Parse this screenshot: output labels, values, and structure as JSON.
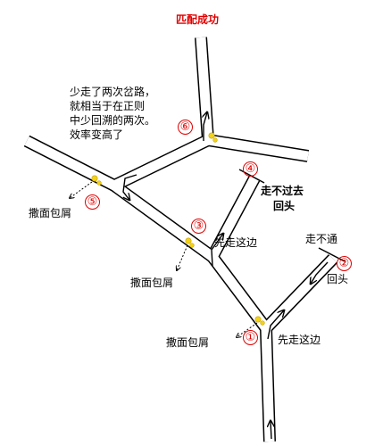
{
  "title": "匹配成功",
  "note": "少走了两次岔路，\n就相当于在正则\n中少回溯的两次。\n效率变高了",
  "labels": {
    "first_go_1": "先走这边",
    "first_go_3": "先走这边",
    "dead_end": "走不通",
    "turn_back_2": "回头",
    "cant_pass": "走不过去",
    "turn_back_4": "回头",
    "crumbs_1": "撒面包屑",
    "crumbs_3": "撒面包屑",
    "crumbs_5": "撒面包屑"
  },
  "markers": [
    "①",
    "②",
    "③",
    "④",
    "⑤",
    "⑥"
  ],
  "colors": {
    "road": "#000000",
    "title": "#e00000",
    "marker": "#e00000",
    "crumb": "#f2d21b"
  }
}
